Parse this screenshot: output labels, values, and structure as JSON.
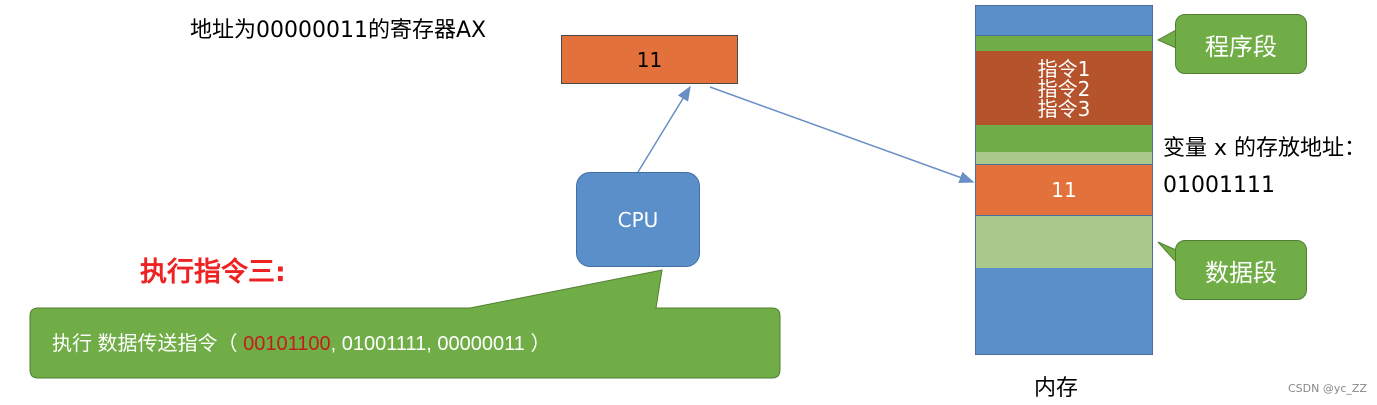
{
  "register": {
    "caption": "地址为00000011的寄存器AX",
    "value": "11"
  },
  "cpu": {
    "label": "CPU"
  },
  "step": {
    "title": "执行指令三:"
  },
  "callout": {
    "prefix": "执行 数据传送指令（ ",
    "highlight": "00101100",
    "suffix": ", 01001111, 00000011 ）"
  },
  "memory": {
    "label": "内存",
    "instructions": [
      "指令1",
      "指令2",
      "指令3"
    ],
    "variable_value": "11"
  },
  "tags": {
    "program_segment": "程序段",
    "data_segment": "数据段"
  },
  "variable_address_label": "变量 x 的存放地址：01001111",
  "credit": "CSDN @yc_ZZ",
  "colors": {
    "register": "#e2713c",
    "cpu": "#5b8fca",
    "instruction_block": "#b5532c",
    "green": "#70ad47",
    "light_green": "#a9c98b",
    "memory_blue": "#5b8fca",
    "arrow": "#6a8fc4",
    "highlight": "#c0201a",
    "step_title": "#ee2222"
  }
}
